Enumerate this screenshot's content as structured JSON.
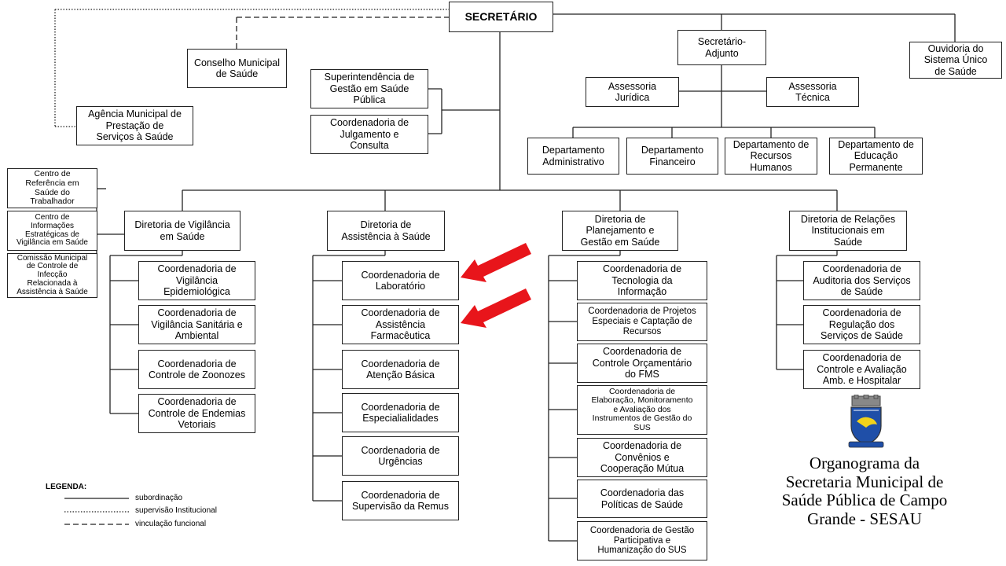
{
  "org": {
    "secretario": "SECRETÁRIO",
    "secretario_adjunto": "Secretário-\nAdjunto",
    "ouvidoria": "Ouvidoria do\nSistema Único\nde Saúde",
    "conselho": "Conselho Municipal\nde Saúde",
    "agencia": "Agência Municipal de\nPrestação de\nServiços à Saúde",
    "superintendencia": "Superintendência de\nGestão em Saúde\nPública",
    "coord_julgamento": "Coordenadoria de\nJulgamento e\nConsulta",
    "assessoria_juridica": "Assessoria\nJurídica",
    "assessoria_tecnica": "Assessoria\nTécnica",
    "departamentos": [
      "Departamento\nAdministrativo",
      "Departamento\nFinanceiro",
      "Departamento de\nRecursos\nHumanos",
      "Departamento de\nEducação\nPermanente"
    ],
    "centros": [
      "Centro de\nReferência em\nSaúde do\nTrabalhador",
      "Centro de\nInformações\nEstratégicas de\nVigilância em Saúde",
      "Comissão Municipal\nde Controle de\nInfecção\nRelacionada à\nAssistência à Saúde"
    ],
    "diretorias": {
      "vigilancia": {
        "title": "Diretoria de Vigilância\nem Saúde",
        "coords": [
          "Coordenadoria de\nVigilância\nEpidemiológica",
          "Coordenadoria de\nVigilância Sanitária e\nAmbiental",
          "Coordenadoria de\nControle de Zoonozes",
          "Coordenadoria de\nControle de Endemias\nVetoriais"
        ]
      },
      "assistencia": {
        "title": "Diretoria de\nAssistência à Saúde",
        "coords": [
          "Coordenadoria de\nLaboratório",
          "Coordenadoria de\nAssistência\nFarmacêutica",
          "Coordenadoria de\nAtenção Básica",
          "Coordenadoria de\nEspecialialidades",
          "Coordenadoria de\nUrgências",
          "Coordenadoria de\nSupervisão da Remus"
        ]
      },
      "planejamento": {
        "title": "Diretoria de\nPlanejamento e\nGestão em Saúde",
        "coords": [
          "Coordenadoria de\nTecnologia da\nInformação",
          "Coordenadoria de Projetos\nEspeciais e Captação de\nRecursos",
          "Coordenadoria de\nControle Orçamentário\ndo FMS",
          "Coordenadoria de\nElaboração, Monitoramento\ne Avaliação dos\nInstrumentos de Gestão do\nSUS",
          "Coordenadoria de\nConvênios e\nCooperação Mútua",
          "Coordenadoria das\nPolíticas de Saúde",
          "Coordenadoria de Gestão\nParticipativa e\nHumanização do SUS"
        ]
      },
      "relacoes": {
        "title": "Diretoria de Relações\nInstitucionais em\nSaúde",
        "coords": [
          "Coordenadoria de\nAuditoria dos Serviços\nde Saúde",
          "Coordenadoria de\nRegulação dos\nServiços de Saúde",
          "Coordenadoria de\nControle e Avaliação\nAmb. e Hospitalar"
        ]
      }
    }
  },
  "legend": {
    "title": "LEGENDA:",
    "items": [
      "subordinação",
      "supervisão Institucional",
      "vinculação funcional"
    ]
  },
  "caption": "Organograma da\nSecretaria Municipal de\nSaúde Pública de Campo\nGrande - SESAU",
  "colors": {
    "arrow": "#e8151b",
    "line": "#222222",
    "crest_blue": "#1f4fa8"
  }
}
